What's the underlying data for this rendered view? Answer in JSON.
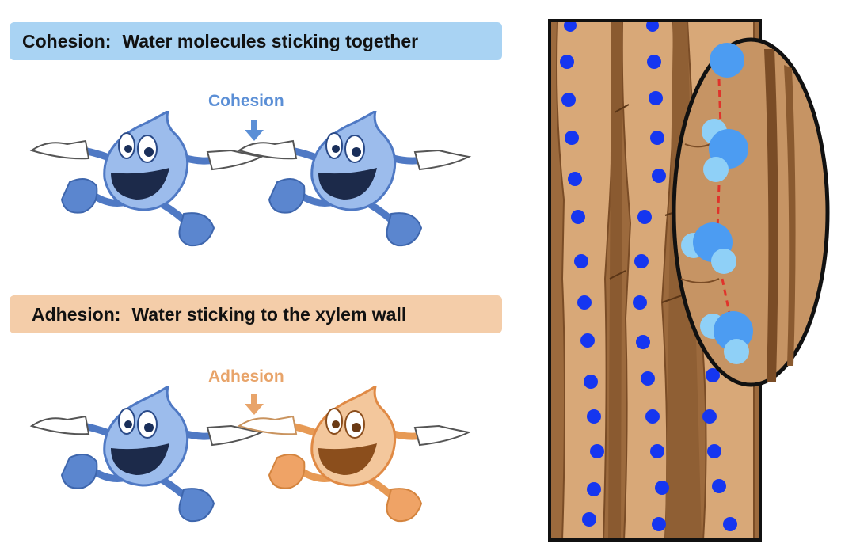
{
  "cohesion": {
    "term": "Cohesion:",
    "description": "Water molecules sticking together",
    "arrow_label": "Cohesion",
    "color": "#5b8fd6"
  },
  "adhesion": {
    "term": "Adhesion:",
    "description": "Water sticking to the xylem wall",
    "arrow_label": "Adhesion",
    "color": "#e8a46a"
  },
  "colors": {
    "cohesion_banner": "#a9d3f3",
    "adhesion_banner": "#f4cda9",
    "water_body": "#9cbcec",
    "water_dark": "#4f79c4",
    "wall_body": "#f3c79c",
    "wall_dark": "#e79a55",
    "xylem_wall": "#c9935e",
    "water_dot": "#1536f0",
    "molecule_big": "#4c9cf2",
    "molecule_small": "#8fd0f7",
    "hydrogen_bond": "#e0332b"
  }
}
